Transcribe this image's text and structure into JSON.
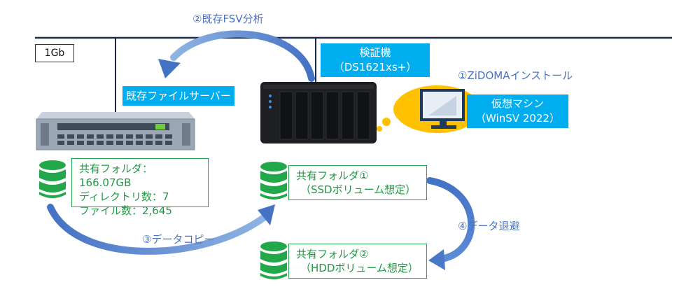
{
  "network": {
    "speed_label": "1Gb"
  },
  "steps": {
    "step1": "①ZiDOMAインストール",
    "step2": "②既存FSV分析",
    "step3": "③データコピー",
    "step4": "④データ退避"
  },
  "legacy_server": {
    "label": "既存ファイルサーバー",
    "details": [
      "共有フォルダ：166.07GB",
      "ディレクトリ数：7",
      "ファイル数：2,645"
    ]
  },
  "test_machine": {
    "title": "検証機",
    "model": "（DS1621xs+）"
  },
  "vm": {
    "title": "仮想マシン",
    "os": "（WinSV 2022）"
  },
  "share1": {
    "name": "共有フォルダ①",
    "note": "（SSDボリューム想定）"
  },
  "share2": {
    "name": "共有フォルダ②",
    "note": "（HDDボリューム想定）"
  },
  "colors": {
    "accent_blue": "#00AEEF",
    "arrow_blue": "#4472C4",
    "db_green": "#22A84A",
    "cloud_yellow": "#FFC000"
  }
}
